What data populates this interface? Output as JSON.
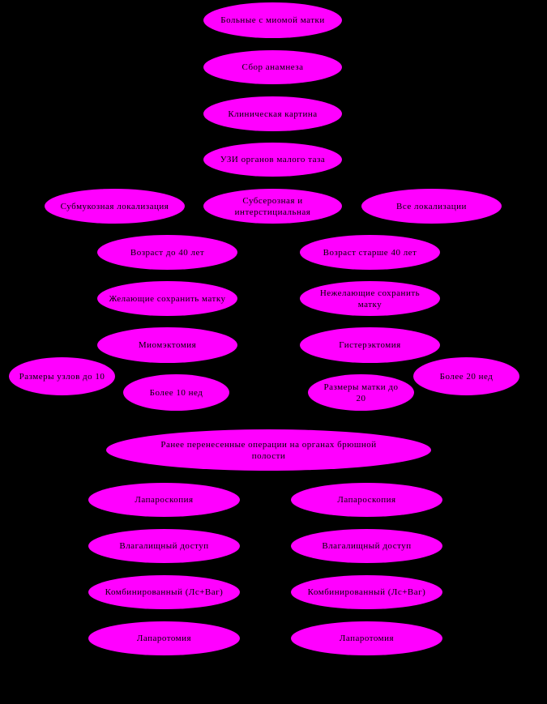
{
  "colors": {
    "background": "#000000",
    "node_fill": "#ff00ff",
    "text": "#000000"
  },
  "nodes": {
    "fibroid_patient": "Больные с миомой матки",
    "anamnesis": "Сбор анамнеза",
    "clinical_picture": "Клиническая картина",
    "pelvic_ultrasound": "УЗИ органов малого таза",
    "submucous": "Субмукозная локализация",
    "subserous": "Субсерозная и интерстициальная",
    "any_localization": "Все локализации",
    "age_under_40": "Возраст до 40 лет",
    "age_over_40": "Возраст старше 40 лет",
    "preserve_uterus": "Желающие сохранить матку",
    "not_preserve_uterus": "Нежелающие сохранить матку",
    "myomectomy": "Миомэктомия",
    "hysterectomy": "Гистерэктомия",
    "node_size_under_10": "Размеры узлов до 10",
    "more_than_10": "Более 10 нед",
    "uterus_size_under_20": "Размеры матки до 20",
    "more_than_20": "Более 20 нед",
    "previous_surgery": "Ранее перенесенные операции на органах брюшной полости",
    "laparoscopy_left": "Лапароскопия",
    "vaginal_left": "Влагалищный доступ",
    "combined_left": "Комбинированный (Лс+Ваг)",
    "laparotomy_left": "Лапаротомия",
    "laparoscopy_right": "Лапароскопия",
    "vaginal_right": "Влагалищный доступ",
    "combined_right": "Комбинированный (Лс+Ваг)",
    "laparotomy_right": "Лапаротомия"
  }
}
